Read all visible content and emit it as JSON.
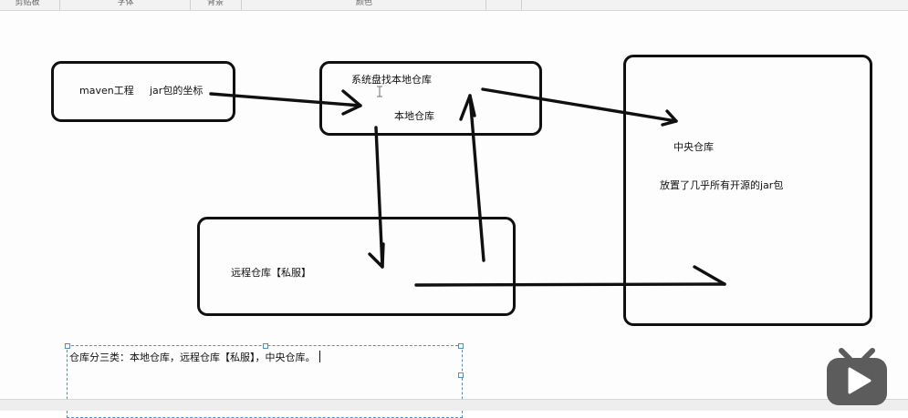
{
  "ribbon": {
    "groups": [
      "剪贴板",
      "字体",
      "背景",
      "颜色"
    ]
  },
  "diagram": {
    "maven_project": "maven工程",
    "jar_coordinate": "jar包的坐标",
    "system_search": "系统盘找本地仓库",
    "local_repo": "本地仓库",
    "central_repo": "中央仓库",
    "central_desc": "放置了几乎所有开源的jar包",
    "remote_repo": "远程仓库【私服】"
  },
  "note": {
    "text": "仓库分三类：本地仓库，远程仓库【私服】，中央仓库。"
  },
  "colors": {
    "ink": "#101010",
    "selection": "#4a90d9",
    "logo": "#5c5c5c"
  },
  "icons": {
    "logo": "bilibili-tv-icon"
  }
}
